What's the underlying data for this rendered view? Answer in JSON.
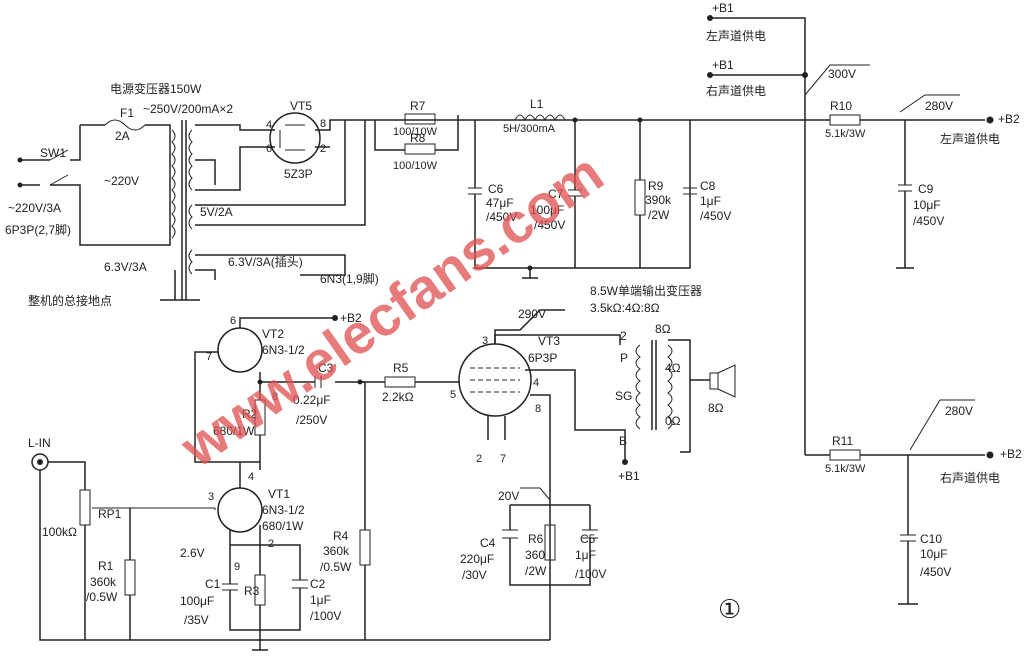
{
  "watermark": "www.elecfans.com",
  "figure_number": "①",
  "labels": {
    "b1_top": "+B1",
    "left_supply": "左声道供电",
    "b1_mid": "+B1",
    "right_supply": "右声道供电",
    "v300": "300V",
    "v280_left": "280V",
    "b2_left": "+B2",
    "left_supply2": "左声道供电",
    "transformer": "电源变压器150W",
    "f1": "F1",
    "f1_val": "2A",
    "secondary": "~250V/200mA×2",
    "vt5": "VT5",
    "vt5_model": "5Z3P",
    "pin4": "4",
    "pin6": "6",
    "pin8": "8",
    "pin2": "2",
    "r7": "R7",
    "r7_val": "100/10W",
    "r8": "R8",
    "r8_val": "100/10W",
    "l1": "L1",
    "l1_val": "5H/300mA",
    "r10": "R10",
    "r10_val": "5.1k/3W",
    "sw1": "SW1",
    "v220": "~220V",
    "v5": "5V/2A",
    "c6": "C6",
    "c6_val1": "47μF",
    "c6_val2": "/450V",
    "c7": "C7",
    "c7_val1": "100μF",
    "c7_val2": "/450V",
    "r9": "R9",
    "r9_val1": "390k",
    "r9_val2": "/2W",
    "c8": "C8",
    "c8_val1": "1μF",
    "c8_val2": "/450V",
    "c9": "C9",
    "c9_val1": "10μF",
    "c9_val2": "/450V",
    "mains": "~220V/3A",
    "tube6p3p": "6P3P(2,7脚)",
    "h63_left": "6.3V/3A",
    "h63_right": "6.3V/3A(插头)",
    "n6n3": "6N3(1,9脚)",
    "ground": "整机的总接地点",
    "out_tf": "8.5W单端输出变压器",
    "out_tf_imp": "3.5kΩ:4Ω:8Ω",
    "vt2": "VT2",
    "vt2_model": "6N3-1/2",
    "b2_vt2": "+B2",
    "v290": "290V",
    "vt3": "VT3",
    "vt3_model": "6P3P",
    "p": "P",
    "sg": "SG",
    "o8": "8Ω",
    "o4": "4Ω",
    "o0": "0Ω",
    "spk8": "8Ω",
    "c3": "C3",
    "c3_val1": "0.22μF",
    "c3_val2": "/250V",
    "r5": "R5",
    "r5_val": "2.2kΩ",
    "r2": "R2",
    "r2_val": "680/1W",
    "p3": "3",
    "p5": "5",
    "p4": "4",
    "p8b": "8",
    "p2": "2",
    "p7": "7",
    "b_lbl": "B",
    "b1_out": "+B1",
    "v280_right": "280V",
    "r11": "R11",
    "r11_val": "5.1k/3W",
    "b2_right": "+B2",
    "right_supply2": "右声道供电",
    "lin": "L-IN",
    "rp1": "RP1",
    "rp1_val": "100kΩ",
    "vt1": "VT1",
    "vt1_model": "6N3-1/2",
    "vt1_r": "680/1W",
    "v26": "2.6V",
    "pin9": "9",
    "r1": "R1",
    "r1_val1": "360k",
    "r1_val2": "/0.5W",
    "c1": "C1",
    "c1_val1": "100μF",
    "c1_val2": "/35V",
    "r3": "R3",
    "c2": "C2",
    "c2_val1": "1μF",
    "c2_val2": "/100V",
    "r4": "R4",
    "r4_val1": "360k",
    "r4_val2": "/0.5W",
    "v20": "20V",
    "c4": "C4",
    "c4_val1": "220μF",
    "c4_val2": "/30V",
    "r6": "R6",
    "r6_val1": "360",
    "r6_val2": "/2W",
    "c5": "C5",
    "c5_val1": "1μF",
    "c5_val2": "/100V",
    "c10": "C10",
    "c10_val1": "10μF",
    "c10_val2": "/450V",
    "vt1_p4": "4",
    "vt1_p3": "3",
    "vt1_p2": "2",
    "vt2_p6": "6",
    "vt2_p7": "7",
    "vt2_p8": "8"
  }
}
